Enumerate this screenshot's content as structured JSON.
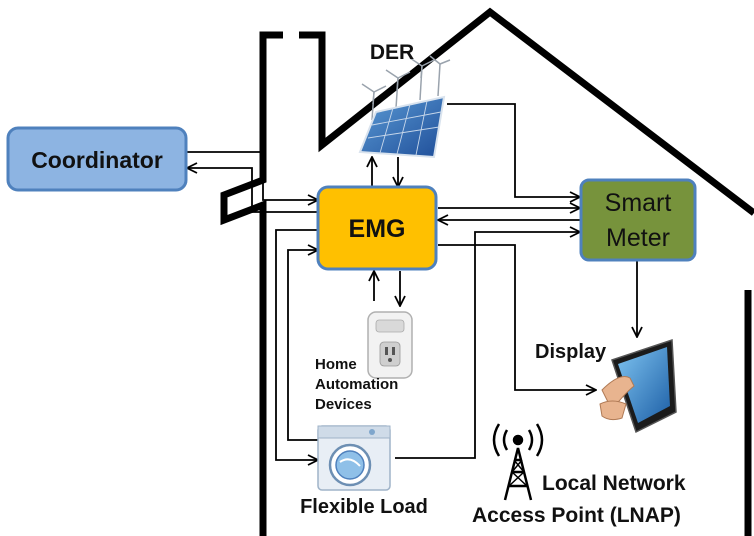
{
  "labels": {
    "der": "DER",
    "coordinator": "Coordinator",
    "emg": "EMG",
    "smart_meter_line1": "Smart",
    "smart_meter_line2": "Meter",
    "display": "Display",
    "home_automation_line1": "Home",
    "home_automation_line2": "Automation",
    "home_automation_line3": "Devices",
    "flexible_load": "Flexible Load",
    "lnap_line1": "Local Network",
    "lnap_line2": "Access Point (LNAP)"
  },
  "colors": {
    "coordinator_fill": "#8db4e2",
    "coordinator_stroke": "#4f81bd",
    "emg_fill": "#ffc000",
    "emg_stroke": "#4f81bd",
    "smart_meter_fill": "#77933c",
    "smart_meter_stroke": "#4f81bd",
    "house_outline": "#000000",
    "connector": "#000000"
  },
  "icons": {
    "der": "solar-panel-wind-turbine-icon",
    "home_automation": "smart-plug-icon",
    "flexible_load": "washing-machine-icon",
    "display": "touchscreen-icon",
    "lnap": "radio-tower-icon"
  }
}
